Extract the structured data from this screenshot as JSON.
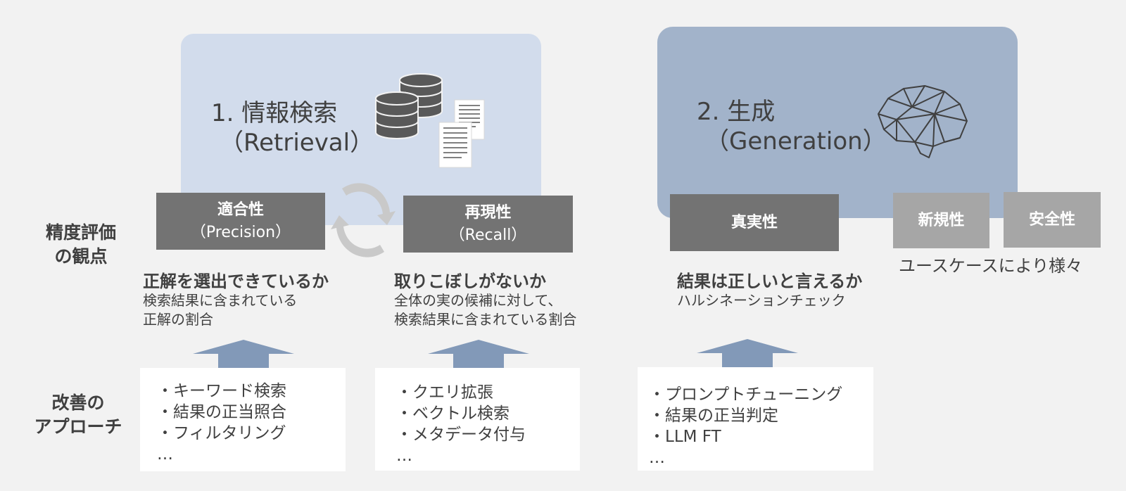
{
  "retrieval": {
    "line1": "1. 情報検索",
    "line2": "（Retrieval）"
  },
  "generation": {
    "line1": "2. 生成",
    "line2": "（Generation）"
  },
  "labels": {
    "eval": [
      "精度評価",
      "の観点"
    ],
    "approach": [
      "改善の",
      "アプローチ"
    ]
  },
  "metrics": [
    {
      "name": "適合性",
      "sub": "（Precision）"
    },
    {
      "name": "再現性",
      "sub": "（Recall）"
    },
    {
      "name": "真実性"
    },
    {
      "name": "新規性"
    },
    {
      "name": "安全性"
    }
  ],
  "usecase": "ユースケースにより様々",
  "questions": [
    {
      "title": "正解を選出できているか",
      "desc": [
        "検索結果に含まれている",
        "正解の割合"
      ]
    },
    {
      "title": "取りこぼしがないか",
      "desc": [
        "全体の実の候補に対して、",
        "検索結果に含まれている割合"
      ]
    },
    {
      "title": "結果は正しいと言えるか",
      "desc": [
        "ハルシネーションチェック"
      ]
    }
  ],
  "approaches": [
    [
      "・キーワード検索",
      "・結果の正当照合",
      "・フィルタリング",
      "…"
    ],
    [
      "・クエリ拡張",
      "・ベクトル検索",
      "・メタデータ付与",
      "…"
    ],
    [
      "・プロンプトチューニング",
      "・結果の正当判定",
      "・LLM FT",
      "…"
    ]
  ],
  "colors": {
    "retrieval_panel": "#d2dcec",
    "generation_panel": "#a2b3ca",
    "metric_dark": "#737373",
    "metric_light": "#a6a6a6",
    "arrow": "#8299b8"
  },
  "icons": [
    "database-icon",
    "document-icon",
    "cycle-arrows-icon",
    "brain-network-icon"
  ]
}
